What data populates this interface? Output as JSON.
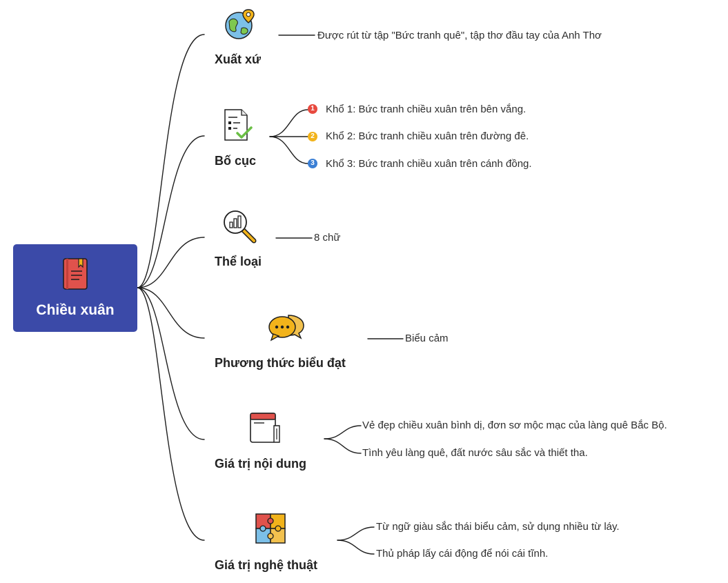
{
  "root": {
    "title": "Chiều xuân",
    "icon": "book-icon",
    "color": "#3b4aa8"
  },
  "branches": [
    {
      "label": "Xuất xứ",
      "icon": "globe-location-icon",
      "leaves": [
        "Được rút từ tập \"Bức tranh quê\", tập thơ đầu tay của Anh Thơ"
      ]
    },
    {
      "label": "Bố cục",
      "icon": "checklist-icon",
      "leaves": [
        "Khổ 1: Bức tranh chiều xuân trên bên vắng.",
        "Khổ 2: Bức tranh chiều xuân trên đường đê.",
        "Khổ 3: Bức tranh chiều xuân trên cánh đồng."
      ],
      "badges": [
        {
          "n": "1",
          "color": "#e84a3f"
        },
        {
          "n": "2",
          "color": "#f2b31b"
        },
        {
          "n": "3",
          "color": "#3a7fd5"
        }
      ]
    },
    {
      "label": "Thể loại",
      "icon": "magnifier-chart-icon",
      "leaves": [
        "8 chữ"
      ]
    },
    {
      "label": "Phương thức biểu đạt",
      "icon": "chat-bubbles-icon",
      "leaves": [
        "Biểu cảm"
      ]
    },
    {
      "label": "Giá trị nội dung",
      "icon": "notebook-icon",
      "leaves": [
        "Vẻ đẹp chiều xuân bình dị, đơn sơ mộc mạc của làng quê Bắc Bộ.",
        "Tình yêu làng quê, đất nước sâu sắc và thiết tha."
      ]
    },
    {
      "label": "Giá trị nghệ thuật",
      "icon": "puzzle-icon",
      "leaves": [
        "Từ ngữ giàu sắc thái biểu cảm, sử dụng nhiều từ láy.",
        "Thủ pháp lấy cái động để nói cái tĩnh."
      ]
    }
  ]
}
